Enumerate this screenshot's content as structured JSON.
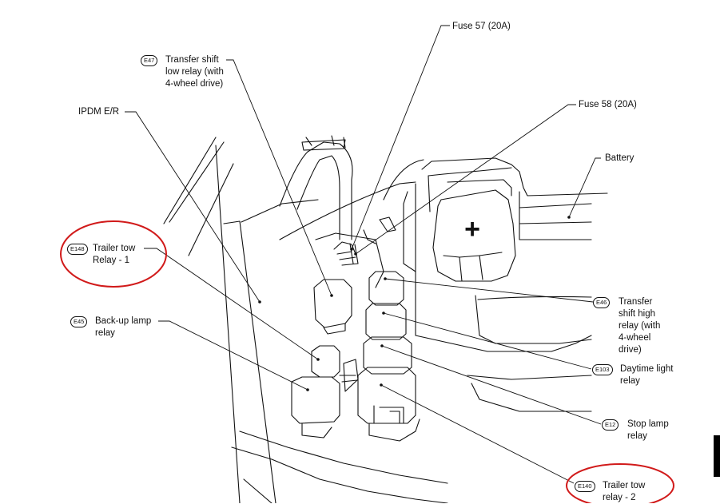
{
  "labels": {
    "fuse57": "Fuse 57 (20A)",
    "fuse58": "Fuse 58 (20A)",
    "battery": "Battery",
    "ipdm": "IPDM E/R",
    "transfer_low": "Transfer shift\nlow relay (with\n4-wheel drive)",
    "trailer1": "Trailer tow\nRelay - 1",
    "backup": "Back-up lamp\nrelay",
    "transfer_high": "Transfer\nshift high\nrelay (with\n4-wheel\ndrive)",
    "daytime": "Daytime light\nrelay",
    "stop": "Stop lamp\nrelay",
    "trailer2": "Trailer tow\nrelay - 2"
  },
  "connectors": {
    "e47": "E47",
    "e148": "E148",
    "e45": "E45",
    "e46": "E46",
    "e103": "E103",
    "e12": "E12",
    "e140": "E140"
  },
  "battery_symbol": "+",
  "colors": {
    "line": "#111111",
    "highlight": "#d11a1a"
  }
}
